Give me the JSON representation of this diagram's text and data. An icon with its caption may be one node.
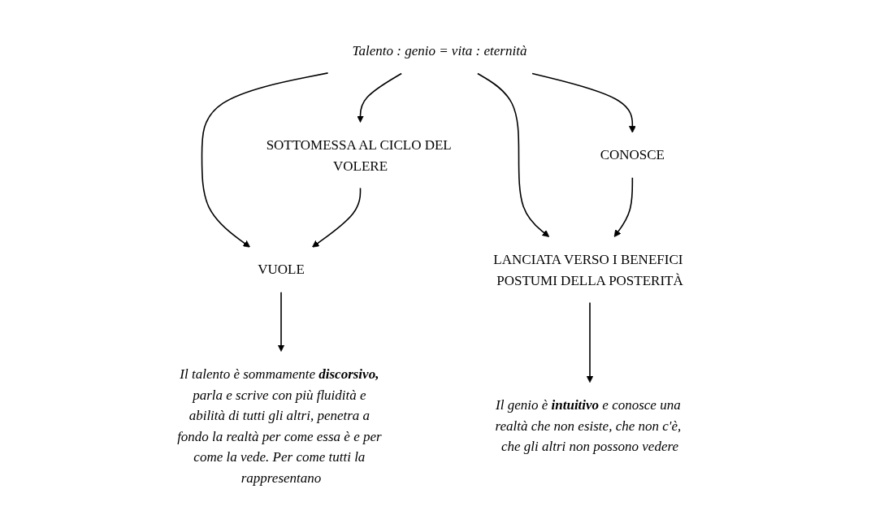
{
  "diagram": {
    "nodes": [
      {
        "text": [
          "Talento : genio = vita : eternità"
        ]
      },
      {
        "text": [
          "VUOLE"
        ]
      },
      {
        "text": [
          "CONOSCE"
        ]
      },
      {
        "text": [
          "SOTTOMESSA AL CICLO DEL VOLERE"
        ]
      },
      {
        "text": [
          "LANCIATA VERSO I BENEFICI POSTUMI DELLA POSTERITÀ"
        ]
      },
      {
        "text": [
          "Il talento è sommamente **discorsivo,** parla e scrive con più fluidità e abilità di tutti gli altri, penetra a fondo la realtà per come essa è e per come la vede. Per come tutti la rappresentano"
        ]
      },
      {
        "text": [
          "Il genio è **intuitivo** e conosce una realtà che non esiste, che non c'è, che gli altri non possono vedere"
        ]
      }
    ],
    "edges": [
      {
        "from": 0,
        "to": 1,
        "arrow": "to"
      },
      {
        "from": 0,
        "to": 2,
        "arrow": "to"
      },
      {
        "from": 0,
        "to": 3,
        "arrow": "to"
      },
      {
        "from": 0,
        "to": 4,
        "arrow": "to"
      },
      {
        "from": 3,
        "to": 1,
        "arrow": "to"
      },
      {
        "from": 2,
        "to": 4,
        "arrow": "to"
      },
      {
        "from": 1,
        "to": 5,
        "arrow": "to"
      },
      {
        "from": 4,
        "to": 6,
        "arrow": "to"
      }
    ]
  }
}
